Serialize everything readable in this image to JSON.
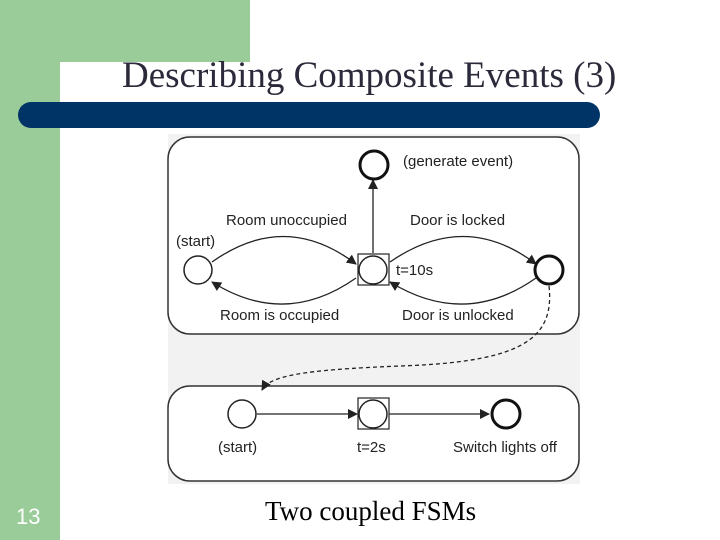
{
  "slide": {
    "title": "Describing Composite Events (3)",
    "number": "13",
    "caption": "Two coupled FSMs"
  },
  "diagram": {
    "fsm1": {
      "start_label": "(start)",
      "generate_label": "(generate event)",
      "timer_label": "t=10s",
      "transitions": {
        "room_unoccupied": "Room unoccupied",
        "room_occupied": "Room is occupied",
        "door_locked": "Door is locked",
        "door_unlocked": "Door is unlocked"
      }
    },
    "fsm2": {
      "start_label": "(start)",
      "timer_label": "t=2s",
      "end_label": "Switch lights off"
    }
  },
  "colors": {
    "green_band": "#99cc99",
    "title_bar": "#003366"
  }
}
